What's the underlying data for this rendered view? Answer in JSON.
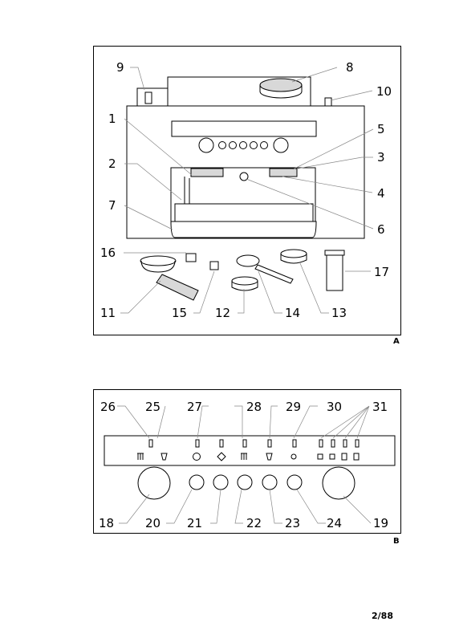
{
  "figure_a": {
    "label": "A",
    "callouts": [
      "1",
      "2",
      "3",
      "4",
      "5",
      "6",
      "7",
      "8",
      "9",
      "10",
      "11",
      "12",
      "13",
      "14",
      "15",
      "16",
      "17"
    ]
  },
  "figure_b": {
    "label": "B",
    "callouts": [
      "18",
      "19",
      "20",
      "21",
      "22",
      "23",
      "24",
      "25",
      "26",
      "27",
      "28",
      "29",
      "30",
      "31"
    ]
  },
  "page_number": "2/88"
}
